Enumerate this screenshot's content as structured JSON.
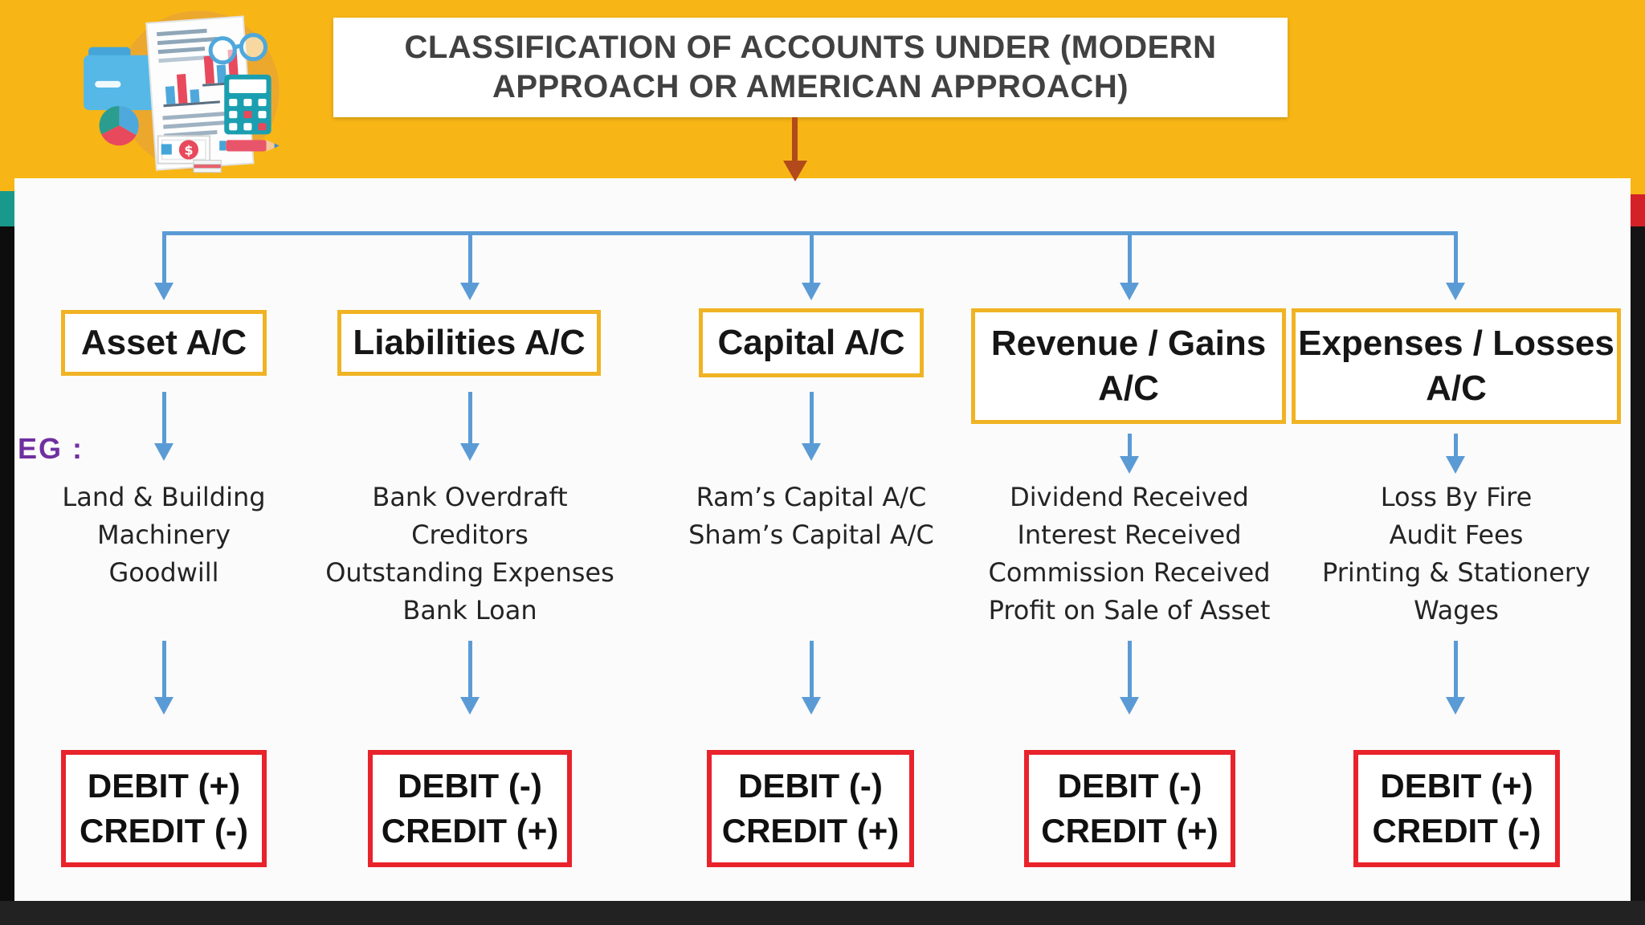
{
  "slide": {
    "title_lines": [
      "CLASSIFICATION OF ACCOUNTS UNDER (MODERN",
      "APPROACH OR AMERICAN APPROACH)"
    ],
    "eg_label": "EG :"
  },
  "columns": [
    {
      "name": "Asset A/C",
      "box_label_lines": [
        "Asset A/C"
      ],
      "examples": [
        "Land & Building",
        "Machinery",
        "Goodwill"
      ],
      "debit_label": "DEBIT (+)",
      "credit_label": "CREDIT (-)"
    },
    {
      "name": "Liabilities A/C",
      "box_label_lines": [
        "Liabilities A/C"
      ],
      "examples": [
        "Bank Overdraft",
        "Creditors",
        "Outstanding Expenses",
        "Bank Loan"
      ],
      "debit_label": "DEBIT (-)",
      "credit_label": "CREDIT (+)"
    },
    {
      "name": "Capital A/C",
      "box_label_lines": [
        "Capital A/C"
      ],
      "examples": [
        "Ram’s Capital A/C",
        "Sham’s Capital A/C"
      ],
      "debit_label": "DEBIT (-)",
      "credit_label": "CREDIT (+)"
    },
    {
      "name": "Revenue / Gains A/C",
      "box_label_lines": [
        "Revenue / Gains",
        "A/C"
      ],
      "examples": [
        "Dividend Received",
        "Interest Received",
        "Commission Received",
        "Profit on Sale of Asset"
      ],
      "debit_label": "DEBIT (-)",
      "credit_label": "CREDIT (+)"
    },
    {
      "name": "Expenses / Losses A/C",
      "box_label_lines": [
        "Expenses / Losses",
        "A/C"
      ],
      "examples": [
        "Loss By Fire",
        "Audit Fees",
        "Printing & Stationery",
        "Wages"
      ],
      "debit_label": "DEBIT (+)",
      "credit_label": "CREDIT (-)"
    }
  ],
  "colors": {
    "header_band": "#F7B616",
    "gold_box_border": "#F0B324",
    "red_box_border": "#E8232B",
    "connector_blue": "#5B9BD5",
    "title_arrow": "#B24A1B",
    "eg_purple": "#7030A0",
    "edge_teal": "#18998B",
    "edge_red": "#D42127",
    "edge_black": "#0D0D0D",
    "title_text": "#414141",
    "body_text": "#242424"
  },
  "icons": [
    "folder-icon",
    "document-icon",
    "bar-chart-icon",
    "pie-chart-icon",
    "calculator-icon",
    "glasses-icon",
    "money-icon",
    "coins-icon",
    "pencil-icon"
  ]
}
